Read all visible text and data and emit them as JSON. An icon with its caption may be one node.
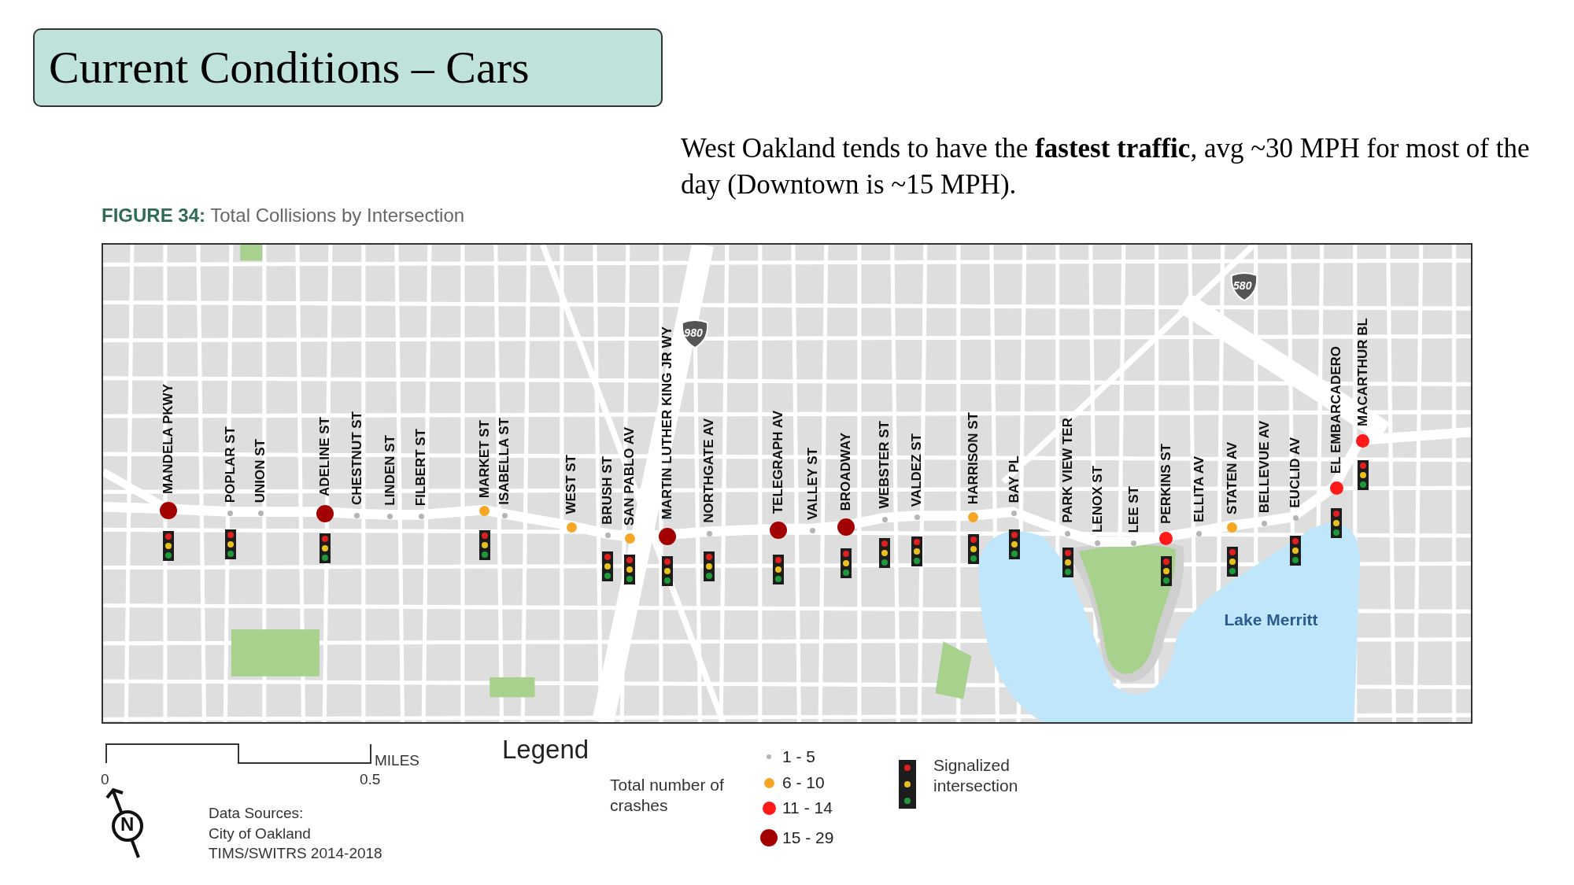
{
  "diagram": {
    "title": "Current Conditions – Cars",
    "labels": [
      "West Oakland tends to have the **fastest traffic**, avg ~30 MPH for most of the day (Downtown is  ~15 MPH).",
      "**FIGURE 34:** Total Collisions by Intersection",
      "MANDELA PKWY",
      "POPLAR ST",
      "UNION ST",
      "ADELINE ST",
      "CHESTNUT ST",
      "LINDEN ST",
      "FILBERT ST",
      "MARKET ST",
      "ISABELLA ST",
      "WEST ST",
      "BRUSH ST",
      "SAN PABLO AV",
      "MARTIN LUTHER KING JR WY",
      "NORTHGATE AV",
      "TELEGRAPH AV",
      "VALLEY ST",
      "BROADWAY",
      "WEBSTER ST",
      "VALDEZ ST",
      "HARRISON ST",
      "BAY PL",
      "PARK VIEW TER",
      "LENOX ST",
      "LEE ST",
      "PERKINS ST",
      "ELLITA AV",
      "STATEN AV",
      "BELLEVUE AV",
      "EUCLID AV",
      "EL EMBARCADERO",
      "MACARTHUR BL",
      "980",
      "580",
      "Lake Merritt",
      "MILES",
      "0",
      "0.5",
      "N",
      "Data Sources:",
      "City of Oakland",
      "TIMS/SWITRS 2014-2018",
      "Legend",
      "Total number of crashes"
    ],
    "legend": [
      {
        "text": "1 - 5",
        "color": "#b5b5b5"
      },
      {
        "text": "6 - 10",
        "color": "#f5a623"
      },
      {
        "text": "11 - 14",
        "color": "#ff1a1a"
      },
      {
        "text": "15 - 29",
        "color": "#a30000"
      },
      {
        "text": "Signalized intersection"
      }
    ]
  }
}
